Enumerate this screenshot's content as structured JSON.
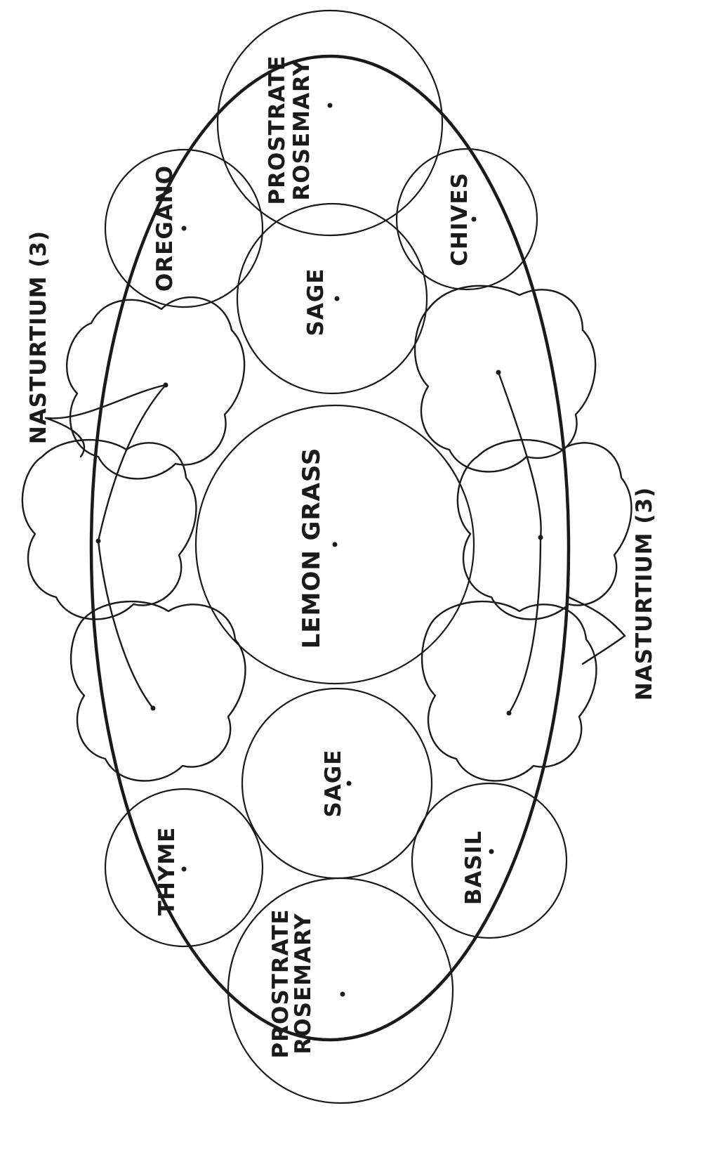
{
  "plants": {
    "prostrate_rosemary_top": [
      "PROSTRATE",
      "ROSEMARY"
    ],
    "oregano": "OREGANO",
    "chives": "CHIVES",
    "sage_top": "SAGE",
    "lemon_grass": "LEMON GRASS",
    "sage_bottom": "SAGE",
    "thyme": "THYME",
    "basil": "BASIL",
    "prostrate_rosemary_bottom": [
      "PROSTRATE",
      "ROSEMARY"
    ]
  },
  "callouts": {
    "left": "NASTURTIUM (3)",
    "right": "NASTURTIUM (3)"
  }
}
